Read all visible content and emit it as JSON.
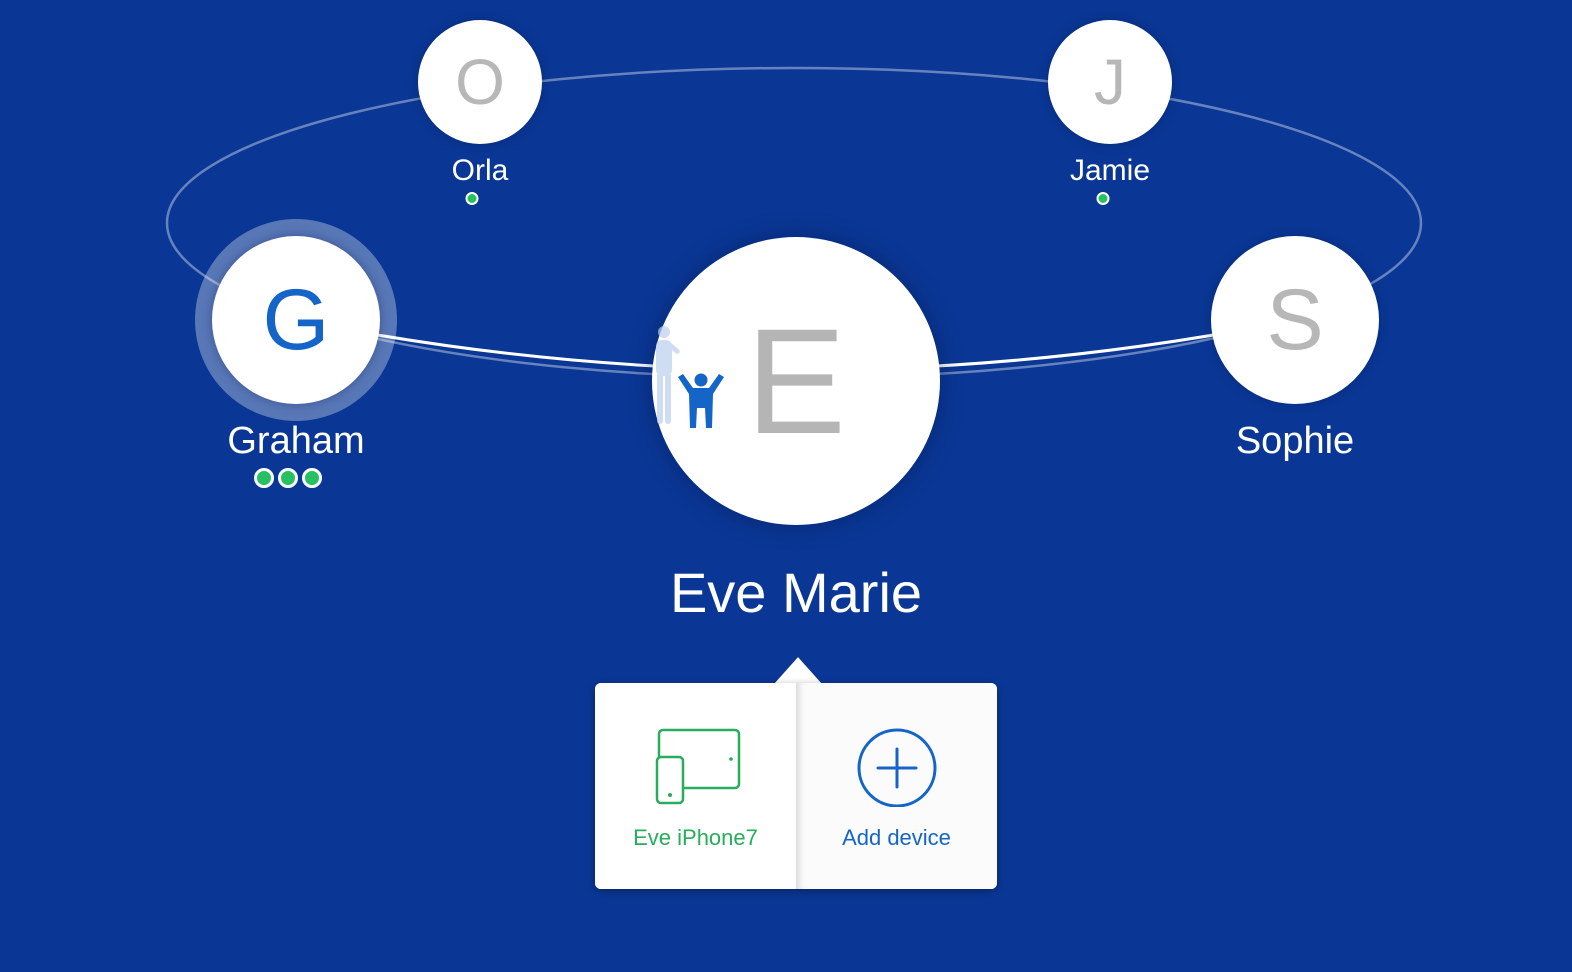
{
  "colors": {
    "background": "#0a3795",
    "accent_blue": "#1565c8",
    "online_green": "#27c164",
    "device_green": "#27ad5c",
    "initial_gray": "#b7b7b7"
  },
  "members": {
    "orla": {
      "initial": "O",
      "name": "Orla",
      "online_devices": 1
    },
    "jamie": {
      "initial": "J",
      "name": "Jamie",
      "online_devices": 1
    },
    "graham": {
      "initial": "G",
      "name": "Graham",
      "online_devices": 3,
      "selected": true
    },
    "sophie": {
      "initial": "S",
      "name": "Sophie",
      "online_devices": 0
    },
    "eve": {
      "initial": "E",
      "name": "Eve Marie",
      "icon": "child-icon"
    }
  },
  "device_popover": {
    "devices": [
      {
        "label": "Eve iPhone7",
        "icon": "devices-icon"
      }
    ],
    "add_device_label": "Add device",
    "add_icon": "plus-circle-icon"
  }
}
